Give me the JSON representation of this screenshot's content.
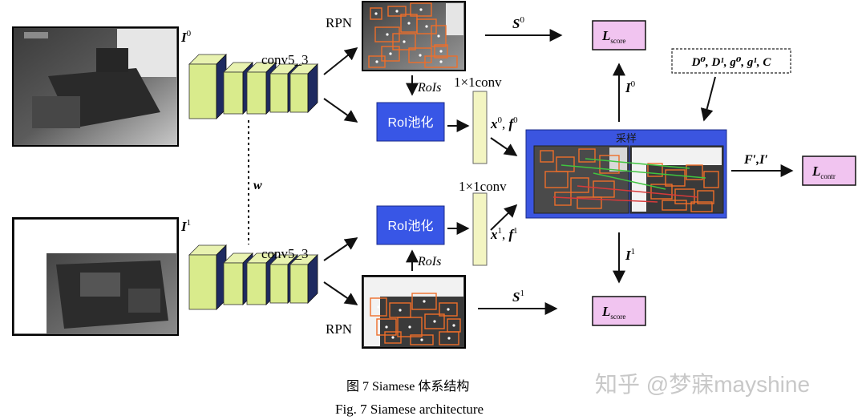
{
  "inputs": {
    "top_label": "I",
    "top_sup": "0",
    "bottom_label": "I",
    "bottom_sup": "1"
  },
  "shared_weight_label": "w",
  "backbone_label": "conv5_3",
  "rpn_label": "RPN",
  "rois_label": "RoIs",
  "roi_pool_label": "RoI池化",
  "conv1x1_label": "1×1conv",
  "features_top": {
    "x": "x",
    "sep": ", ",
    "f": "f",
    "sup": "0"
  },
  "features_bottom": {
    "x": "x",
    "sep": ", ",
    "f": "f",
    "sup": "1"
  },
  "sampling_label": "采样",
  "score_top": {
    "name": "S",
    "sup": "0"
  },
  "score_bottom": {
    "name": "S",
    "sup": "1"
  },
  "loss_score": {
    "name": "L",
    "sub": "score"
  },
  "loss_contr": {
    "name": "L",
    "sub": "contr"
  },
  "img_top_label": {
    "name": "I",
    "sup": "0"
  },
  "img_bottom_label": {
    "name": "I",
    "sup": "1"
  },
  "contr_input": "F′,I′",
  "params_box": "D⁰, D¹, g⁰, g¹, C",
  "caption_cn": "图 7    Siamese 体系结构",
  "caption_en": "Fig. 7    Siamese architecture",
  "watermark": "知乎 @梦寐mayshine",
  "colors": {
    "roi_block": "#3856e6",
    "sampling_frame": "#3b55e0",
    "loss_box": "#f1c4f0",
    "conv_block": "#d9eb8c",
    "conv_dark": "#1e2a60",
    "fc_block": "#f3f5c2",
    "detection_box": "#ee6e2a"
  }
}
